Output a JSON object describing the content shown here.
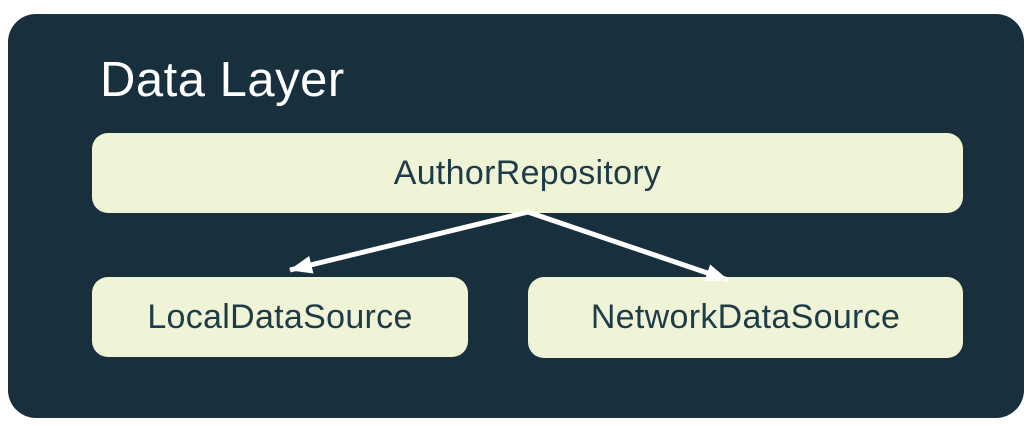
{
  "diagram": {
    "title": "Data Layer",
    "nodes": {
      "repository": {
        "label": "AuthorRepository"
      },
      "local": {
        "label": "LocalDataSource"
      },
      "network": {
        "label": "NetworkDataSource"
      }
    },
    "edges": [
      {
        "from": "AuthorRepository",
        "to": "LocalDataSource"
      },
      {
        "from": "AuthorRepository",
        "to": "NetworkDataSource"
      }
    ],
    "colors": {
      "card_background": "#18303E",
      "node_background": "#F0F4D6",
      "node_text": "#1D3B49",
      "title_text": "#FFFFFF",
      "arrow": "#FFFFFF",
      "page_background": "#FFFFFF"
    }
  }
}
